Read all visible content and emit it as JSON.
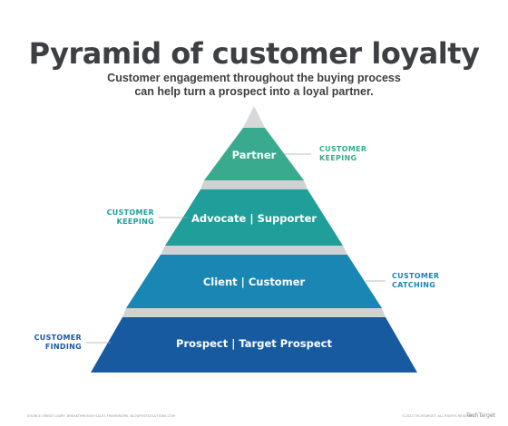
{
  "title": "Pyramid of customer loyalty",
  "subtitle": {
    "line1": "Customer engagement throughout the buying process",
    "line2": "can help turn a prospect into a loyal partner."
  },
  "tiers": [
    {
      "label": "Partner",
      "color": "#3aaa8f"
    },
    {
      "label": "Advocate | Supporter",
      "color": "#1f9e9a"
    },
    {
      "label": "Client | Customer",
      "color": "#1a86b4"
    },
    {
      "label": "Prospect | Target Prospect",
      "color": "#175aa0"
    }
  ],
  "side_labels": [
    {
      "line1": "CUSTOMER",
      "line2": "KEEPING",
      "color": "#3aaa8f"
    },
    {
      "line1": "CUSTOMER",
      "line2": "KEEPING",
      "color": "#1f9e9a"
    },
    {
      "line1": "CUSTOMER",
      "line2": "CATCHING",
      "color": "#1a86b4"
    },
    {
      "line1": "CUSTOMER",
      "line2": "FINDING",
      "color": "#175aa0"
    }
  ],
  "footer": {
    "source": "SOURCE: BRENT LEARY, BREAKTHROUGH SALES FRAMEWORK, BLOGPOSTSOLUTIONS.COM",
    "copyright": "©2023 TECHTARGET. ALL RIGHTS RESERVED",
    "brand": "TechTarget"
  },
  "colors": {
    "apex": "#d7d8da",
    "shelf": "#cfd1d3",
    "title": "#3d3f42",
    "connector": "#aaaaaa"
  }
}
